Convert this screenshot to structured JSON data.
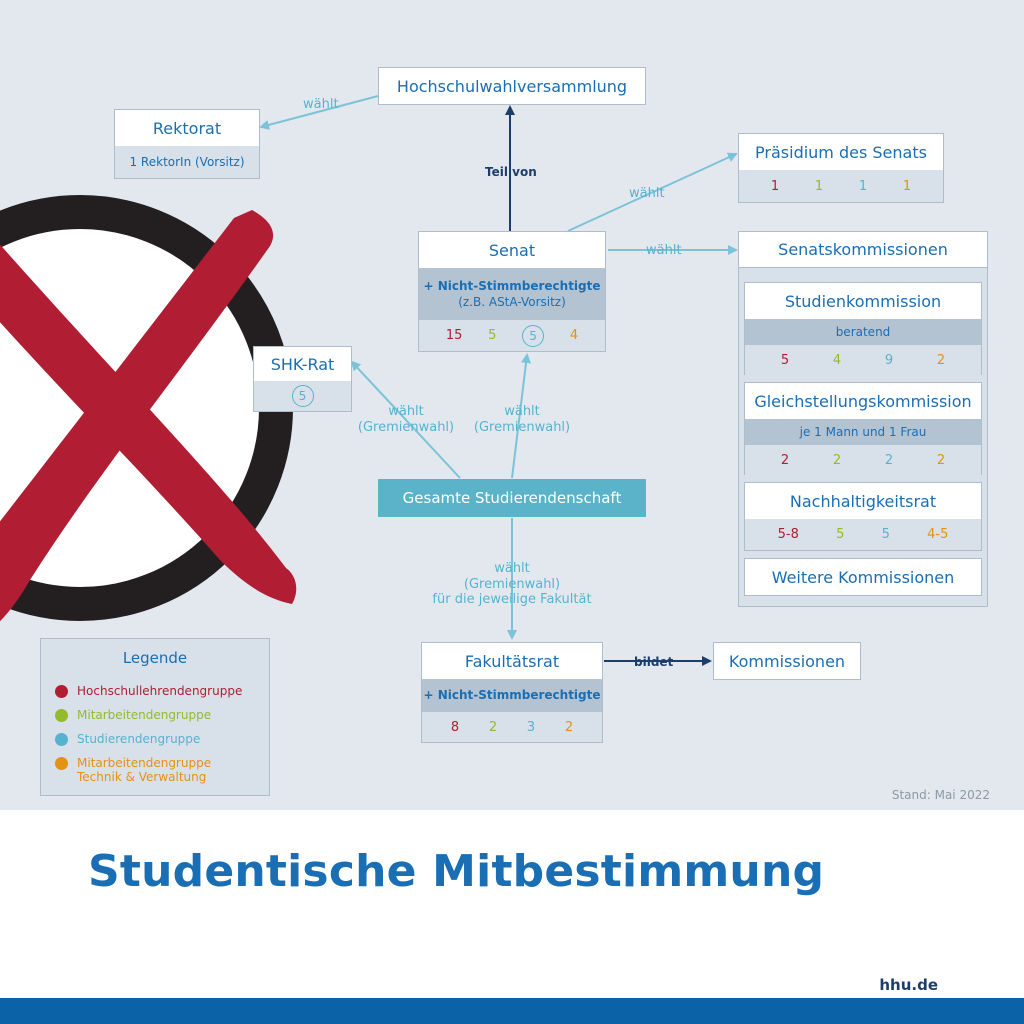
{
  "title": "Studentische Mitbestimmung",
  "stand": "Stand: Mai 2022",
  "url": "hhu.de",
  "colors": {
    "hochschullehrende": "#b11d33",
    "mitarbeitende": "#93bb2b",
    "studierende": "#56b3cf",
    "technik_verwaltung": "#e39214",
    "accent_blue": "#1a6eb3",
    "footer_blue": "#0c62a7"
  },
  "icons": {
    "ballot": "ballot-cross-icon"
  },
  "nodes": {
    "hochschulwahlversammlung": {
      "title": "Hochschulwahlversammlung"
    },
    "rektorat": {
      "title": "Rektorat",
      "sub": "1 RektorIn (Vorsitz)"
    },
    "praesidium": {
      "title": "Präsidium des Senats",
      "numbers": [
        "1",
        "1",
        "1",
        "1"
      ]
    },
    "senat": {
      "title": "Senat",
      "note1": "+ Nicht-Stimmberechtigte",
      "note2": "(z.B. AStA-Vorsitz)",
      "numbers": [
        "15",
        "5",
        "5",
        "4"
      ]
    },
    "senatskommissionen": {
      "title": "Senatskommissionen"
    },
    "studienkommission": {
      "title": "Studienkommission",
      "note": "beratend",
      "numbers": [
        "5",
        "4",
        "9",
        "2"
      ]
    },
    "gleichstellung": {
      "title": "Gleichstellungskommission",
      "note": "je 1 Mann und 1 Frau",
      "numbers": [
        "2",
        "2",
        "2",
        "2"
      ]
    },
    "nachhaltigkeit": {
      "title": "Nachhaltigkeitsrat",
      "numbers": [
        "5-8",
        "5",
        "5",
        "4-5"
      ]
    },
    "weitere": {
      "title": "Weitere Kommissionen"
    },
    "shk": {
      "title": "SHK-Rat",
      "number": "5"
    },
    "gesamt": {
      "title": "Gesamte Studierendenschaft"
    },
    "fakultaetsrat": {
      "title": "Fakultätsrat",
      "note": "+ Nicht-Stimmberechtigte",
      "numbers": [
        "8",
        "2",
        "3",
        "2"
      ]
    },
    "kommissionen": {
      "title": "Kommissionen"
    }
  },
  "edges": {
    "waehlt_rektorat": "wählt",
    "teil_von": "Teil von",
    "waehlt_praesidium": "wählt",
    "waehlt_senatskomm": "wählt",
    "shk_line1": "wählt",
    "shk_line2": "(Gremienwahl)",
    "senat_line1": "wählt",
    "senat_line2": "(Gremienwahl)",
    "fak_line1": "wählt",
    "fak_line2": "(Gremienwahl)",
    "fak_line3": "für die jeweilige Fakultät",
    "bildet": "bildet"
  },
  "legend": {
    "title": "Legende",
    "items": [
      {
        "label": "Hochschullehrendengruppe",
        "color": "#b11d33"
      },
      {
        "label": "Mitarbeitendengruppe",
        "color": "#93bb2b"
      },
      {
        "label": "Studierendengruppe",
        "color": "#56b3cf"
      },
      {
        "label": "Mitarbeitendengruppe",
        "label2": "Technik & Verwaltung",
        "color": "#e39214"
      }
    ]
  }
}
